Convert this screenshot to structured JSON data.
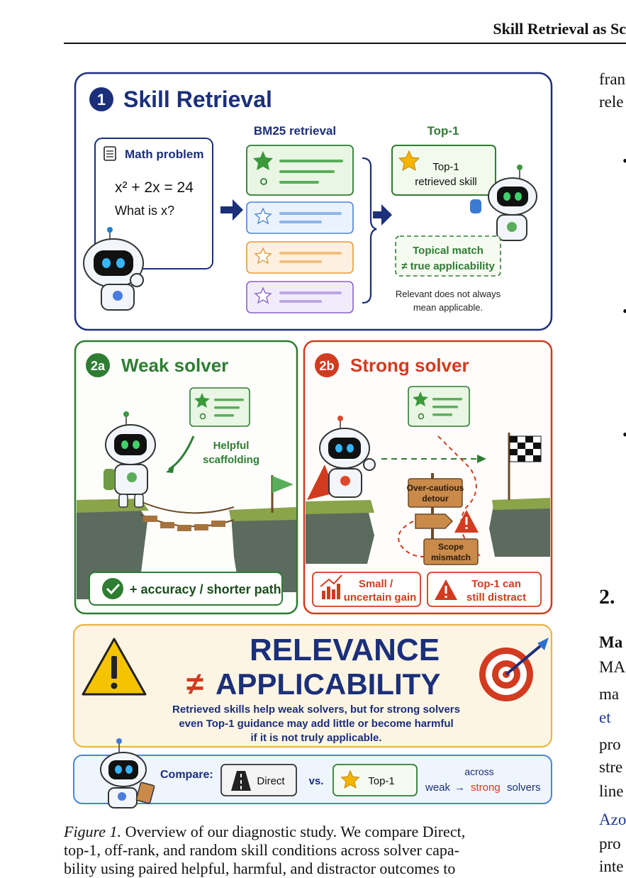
{
  "header": {
    "running_title": "Skill Retrieval as Sc"
  },
  "figure": {
    "panel1": {
      "number": "1",
      "title": "Skill Retrieval",
      "problem_label": "Math problem",
      "equation": "x² + 2x = 24",
      "question": "What is x?",
      "bm25_label": "BM25 retrieval",
      "top1_label": "Top-1",
      "top1_card_line1": "Top-1",
      "top1_card_line2": "retrieved skill",
      "topical_line1": "Topical match",
      "topical_line2": "≠ true applicability",
      "note_line1": "Relevant does not always",
      "note_line2": "mean applicable."
    },
    "panel2a": {
      "badge": "2a",
      "title": "Weak solver",
      "helpful_line1": "Helpful",
      "helpful_line2": "scaffolding",
      "result": "+ accuracy / shorter path"
    },
    "panel2b": {
      "badge": "2b",
      "title": "Strong solver",
      "detour_line1": "Over-cautious",
      "detour_line2": "detour",
      "scope_line1": "Scope",
      "scope_line2": "mismatch",
      "gain_line1": "Small /",
      "gain_line2": "uncertain gain",
      "distract_line1": "Top-1 can",
      "distract_line2": "still distract"
    },
    "banner": {
      "line1": "RELEVANCE",
      "neq": "≠",
      "line2": "APPLICABILITY",
      "desc_line1": "Retrieved skills help weak solvers, but for strong solvers",
      "desc_line2": "even Top-1 guidance may add little or become harmful",
      "desc_line3": "if it is not truly applicable."
    },
    "compare": {
      "label": "Compare:",
      "direct": "Direct",
      "vs": "vs.",
      "top1": "Top-1",
      "across": "across",
      "weak": "weak",
      "arrow": "→",
      "strong": "strong",
      "solvers": "solvers"
    },
    "colors": {
      "navy": "#1b2f7a",
      "green": "#2e7d32",
      "red": "#d23b1f",
      "orange": "#e8a33a",
      "blue": "#2f6fd0"
    }
  },
  "caption": {
    "label": "Figure 1.",
    "line1": " Overview of our diagnostic study. We compare Direct,",
    "line2": "top-1, off-rank, and random skill conditions across solver capa-",
    "line3": "bility using paired helpful, harmful, and distractor outcomes to"
  },
  "right_column": {
    "line1": "fran",
    "line2": "rele",
    "section_heading": "2.",
    "para_head": "Ma",
    "p1": "MA",
    "p2": "ma",
    "p3": "et",
    "p4": "pro",
    "p5": "stre",
    "p6": "line",
    "p7": "Azo",
    "p8": "pro",
    "p9": "inte"
  }
}
